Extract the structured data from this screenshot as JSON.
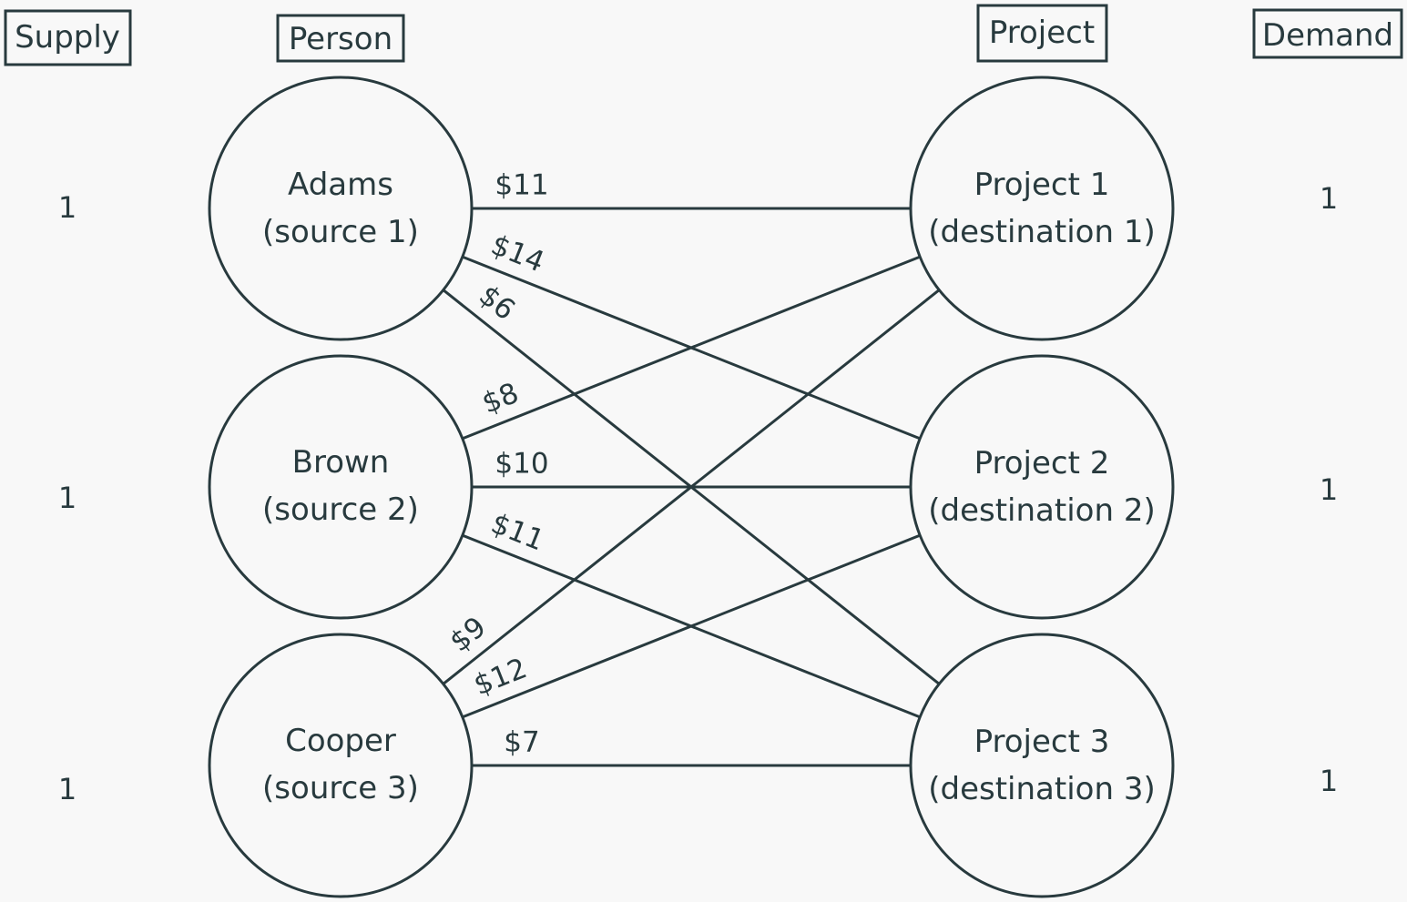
{
  "headers": {
    "supply": "Supply",
    "person": "Person",
    "project": "Project",
    "demand": "Demand"
  },
  "sources": [
    {
      "name": "Adams",
      "role": "(source 1)",
      "supply": "1"
    },
    {
      "name": "Brown",
      "role": "(source 2)",
      "supply": "1"
    },
    {
      "name": "Cooper",
      "role": "(source 3)",
      "supply": "1"
    }
  ],
  "destinations": [
    {
      "name": "Project 1",
      "role": "(destination 1)",
      "demand": "1"
    },
    {
      "name": "Project 2",
      "role": "(destination 2)",
      "demand": "1"
    },
    {
      "name": "Project 3",
      "role": "(destination 3)",
      "demand": "1"
    }
  ],
  "edges": [
    {
      "from": 0,
      "to": 0,
      "cost": "$11"
    },
    {
      "from": 0,
      "to": 1,
      "cost": "$14"
    },
    {
      "from": 0,
      "to": 2,
      "cost": "$6"
    },
    {
      "from": 1,
      "to": 0,
      "cost": "$8"
    },
    {
      "from": 1,
      "to": 1,
      "cost": "$10"
    },
    {
      "from": 1,
      "to": 2,
      "cost": "$11"
    },
    {
      "from": 2,
      "to": 0,
      "cost": "$9"
    },
    {
      "from": 2,
      "to": 1,
      "cost": "$12"
    },
    {
      "from": 2,
      "to": 2,
      "cost": "$7"
    }
  ]
}
